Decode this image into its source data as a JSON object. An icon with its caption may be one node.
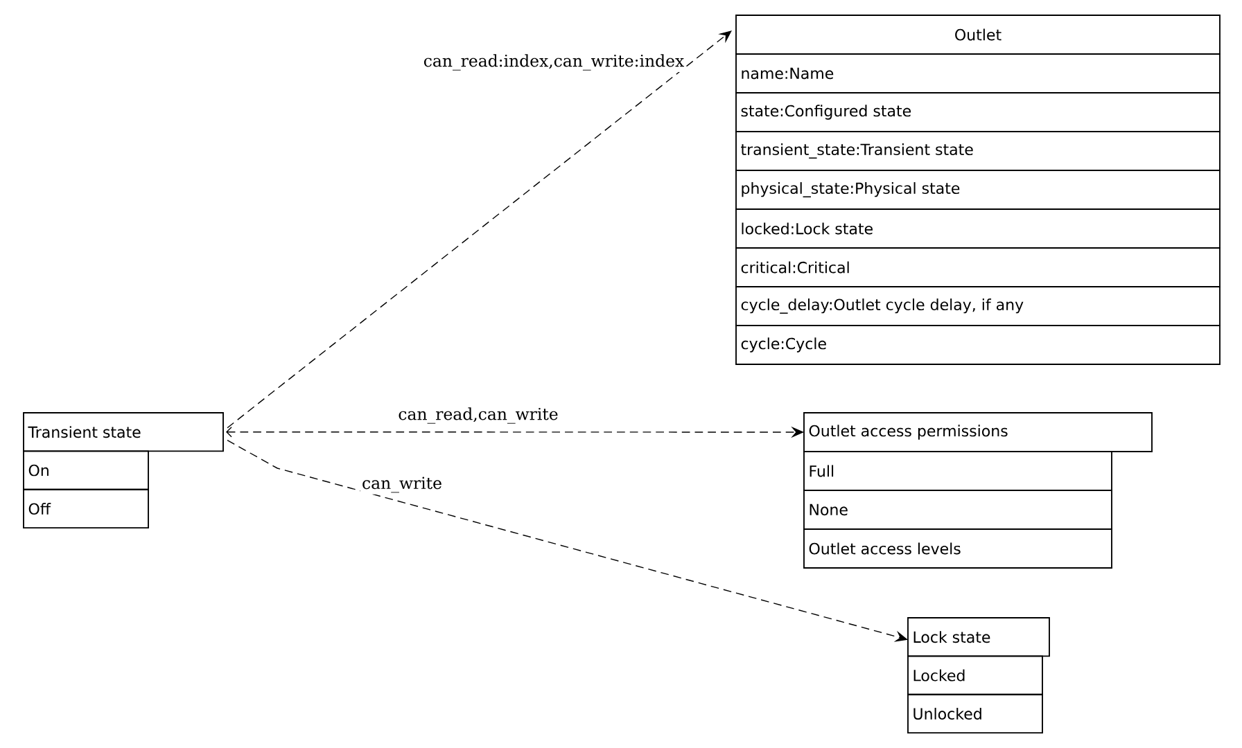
{
  "diagram": {
    "nodes": [
      {
        "text": [
          "Outlet",
          "name:Name",
          "state:Configured state",
          "transient_state:Transient state",
          "physical_state:Physical state",
          "locked:Lock state",
          "critical:Critical",
          "cycle_delay:Outlet cycle delay, if any",
          "cycle:Cycle"
        ]
      },
      {
        "text": [
          "Transient state",
          "On",
          "Off"
        ]
      },
      {
        "text": [
          "Outlet access permissions",
          "Full",
          "None",
          "Outlet access levels"
        ]
      },
      {
        "text": [
          "Lock state",
          "Locked",
          "Unlocked"
        ]
      }
    ],
    "edges": [
      {
        "from": 1,
        "to": 0,
        "arrow": "to",
        "style": "dashed",
        "label": "can_read:index,can_write:index"
      },
      {
        "from": 1,
        "to": 2,
        "arrow": "both",
        "style": "dashed",
        "label": "can_read,can_write"
      },
      {
        "from": 1,
        "to": 3,
        "arrow": "to",
        "style": "dashed",
        "label": "can_write"
      }
    ]
  }
}
